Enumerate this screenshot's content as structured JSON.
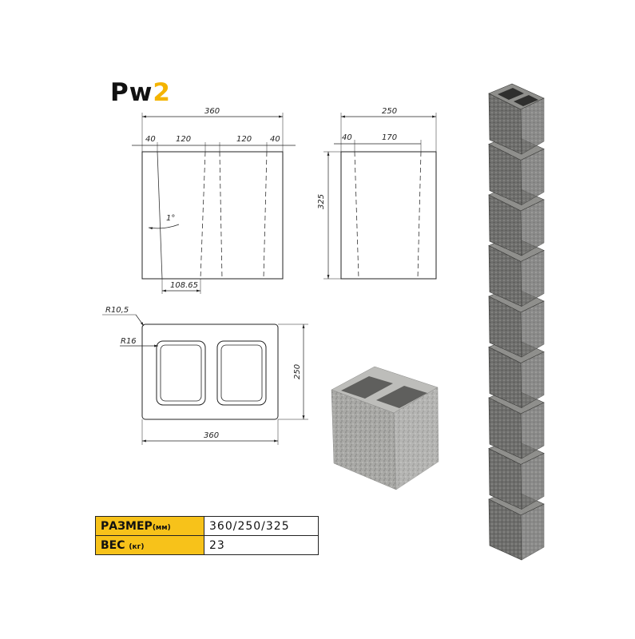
{
  "title": {
    "prefix": "Pw",
    "accent": "2",
    "accent_color": "#f4b400"
  },
  "front_view": {
    "width": "360",
    "seg1": "40",
    "seg2": "120",
    "seg3": "120",
    "seg4": "40",
    "angle": "1°",
    "bottom": "108.65"
  },
  "side_view": {
    "width": "250",
    "seg1": "40",
    "seg2": "170",
    "height": "325"
  },
  "top_view": {
    "r_outer": "R10,5",
    "r_inner": "R16",
    "height": "250",
    "width": "360"
  },
  "spec_table": {
    "size_label": "РАЗМЕР",
    "size_unit": "(мм)",
    "size_value": "360/250/325",
    "weight_label": "ВЕС",
    "weight_unit": "(кг)",
    "weight_value": "23",
    "header_color": "#f7c21a"
  }
}
